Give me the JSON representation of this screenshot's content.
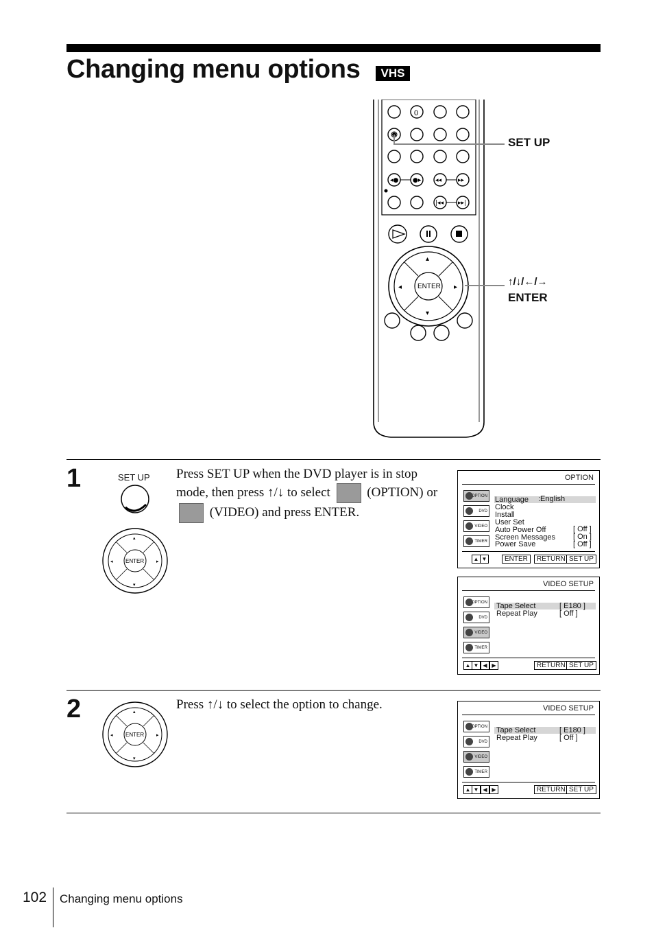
{
  "header": {
    "title": "Changing menu options",
    "badge": "VHS"
  },
  "remote": {
    "labels": {
      "set_up": "SET UP",
      "arrows": "↑/↓/←/→",
      "enter": "ENTER",
      "zero": "0",
      "enter_button": "ENTER"
    }
  },
  "steps": [
    {
      "number": "1",
      "button_label": "SET UP",
      "enter_label": "ENTER",
      "text_a": "Press SET UP when the DVD player is in stop mode, then press ↑/↓ to select",
      "text_b": "(OPTION) or",
      "text_c": "(VIDEO) and press ENTER."
    },
    {
      "number": "2",
      "enter_label": "ENTER",
      "text": "Press ↑/↓ to select the option to change."
    }
  ],
  "screens": {
    "option": {
      "title": "OPTION",
      "side": [
        "OPTION",
        "DVD",
        "VIDEO",
        "TIMER"
      ],
      "rows": [
        {
          "label": "Language",
          "value": ":English"
        },
        {
          "label": "Clock",
          "value": ""
        },
        {
          "label": "Install",
          "value": ""
        },
        {
          "label": "User Set",
          "value": ""
        },
        {
          "label": "Auto Power Off",
          "value": "[ Off ]"
        },
        {
          "label": "Screen Messages",
          "value": "[ On ]"
        },
        {
          "label": "Power Save",
          "value": "[ Off ]"
        }
      ],
      "buttons": [
        "ENTER",
        "RETURN",
        "SET UP"
      ]
    },
    "video1": {
      "title": "VIDEO SETUP",
      "side": [
        "OPTION",
        "DVD",
        "VIDEO",
        "TIMER"
      ],
      "rows": [
        {
          "label": "Tape Select",
          "value": "[ E180 ]"
        },
        {
          "label": "Repeat Play",
          "value": "[ Off ]"
        }
      ],
      "buttons": [
        "RETURN",
        "SET UP"
      ]
    },
    "video2": {
      "title": "VIDEO SETUP",
      "side": [
        "OPTION",
        "DVD",
        "VIDEO",
        "TIMER"
      ],
      "rows": [
        {
          "label": "Tape Select",
          "value": "[ E180 ]"
        },
        {
          "label": "Repeat Play",
          "value": "[ Off ]"
        }
      ],
      "buttons": [
        "RETURN",
        "SET UP"
      ]
    }
  },
  "footer": {
    "page_number": "102",
    "section": "Changing menu options"
  }
}
